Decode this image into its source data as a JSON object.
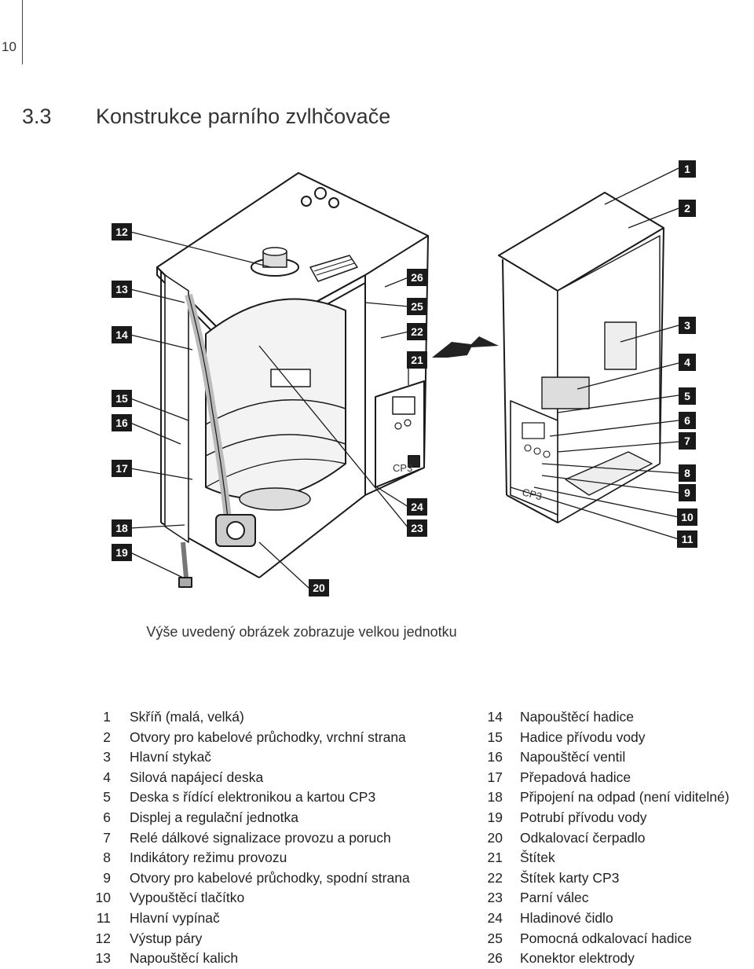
{
  "page": {
    "number": "10"
  },
  "section": {
    "number": "3.3",
    "title": "Konstrukce parního zvlhčovače"
  },
  "figure": {
    "panel_label": "CP3",
    "callouts": [
      "1",
      "2",
      "3",
      "4",
      "5",
      "6",
      "7",
      "8",
      "9",
      "10",
      "11",
      "12",
      "13",
      "14",
      "15",
      "16",
      "17",
      "18",
      "19",
      "20",
      "21",
      "22",
      "23",
      "24",
      "25",
      "26"
    ],
    "caption": "Výše uvedený obrázek zobrazuje velkou jednotku"
  },
  "legend": {
    "left": [
      {
        "num": "1",
        "text": "Skříň (malá, velká)"
      },
      {
        "num": "2",
        "text": "Otvory pro kabelové průchodky, vrchní strana"
      },
      {
        "num": "3",
        "text": "Hlavní stykač"
      },
      {
        "num": "4",
        "text": "Silová napájecí deska"
      },
      {
        "num": "5",
        "text": "Deska s řídící elektronikou a kartou CP3"
      },
      {
        "num": "6",
        "text": "Displej a regulační jednotka"
      },
      {
        "num": "7",
        "text": "Relé dálkové signalizace provozu a poruch"
      },
      {
        "num": "8",
        "text": "Indikátory režimu provozu"
      },
      {
        "num": "9",
        "text": "Otvory pro kabelové průchodky, spodní strana"
      },
      {
        "num": "10",
        "text": "Vypouštěcí tlačítko"
      },
      {
        "num": "11",
        "text": "Hlavní vypínač"
      },
      {
        "num": "12",
        "text": "Výstup páry"
      },
      {
        "num": "13",
        "text": "Napouštěcí kalich"
      }
    ],
    "right": [
      {
        "num": "14",
        "text": "Napouštěcí hadice"
      },
      {
        "num": "15",
        "text": "Hadice přívodu vody"
      },
      {
        "num": "16",
        "text": "Napouštěcí ventil"
      },
      {
        "num": "17",
        "text": "Přepadová hadice"
      },
      {
        "num": "18",
        "text": "Připojení na odpad (není viditelné)"
      },
      {
        "num": "19",
        "text": "Potrubí přívodu vody"
      },
      {
        "num": "20",
        "text": "Odkalovací čerpadlo"
      },
      {
        "num": "21",
        "text": "Štítek"
      },
      {
        "num": "22",
        "text": "Štítek karty CP3"
      },
      {
        "num": "23",
        "text": "Parní válec"
      },
      {
        "num": "24",
        "text": "Hladinové čidlo"
      },
      {
        "num": "25",
        "text": "Pomocná odkalovací hadice"
      },
      {
        "num": "26",
        "text": "Konektor elektrody"
      }
    ]
  }
}
